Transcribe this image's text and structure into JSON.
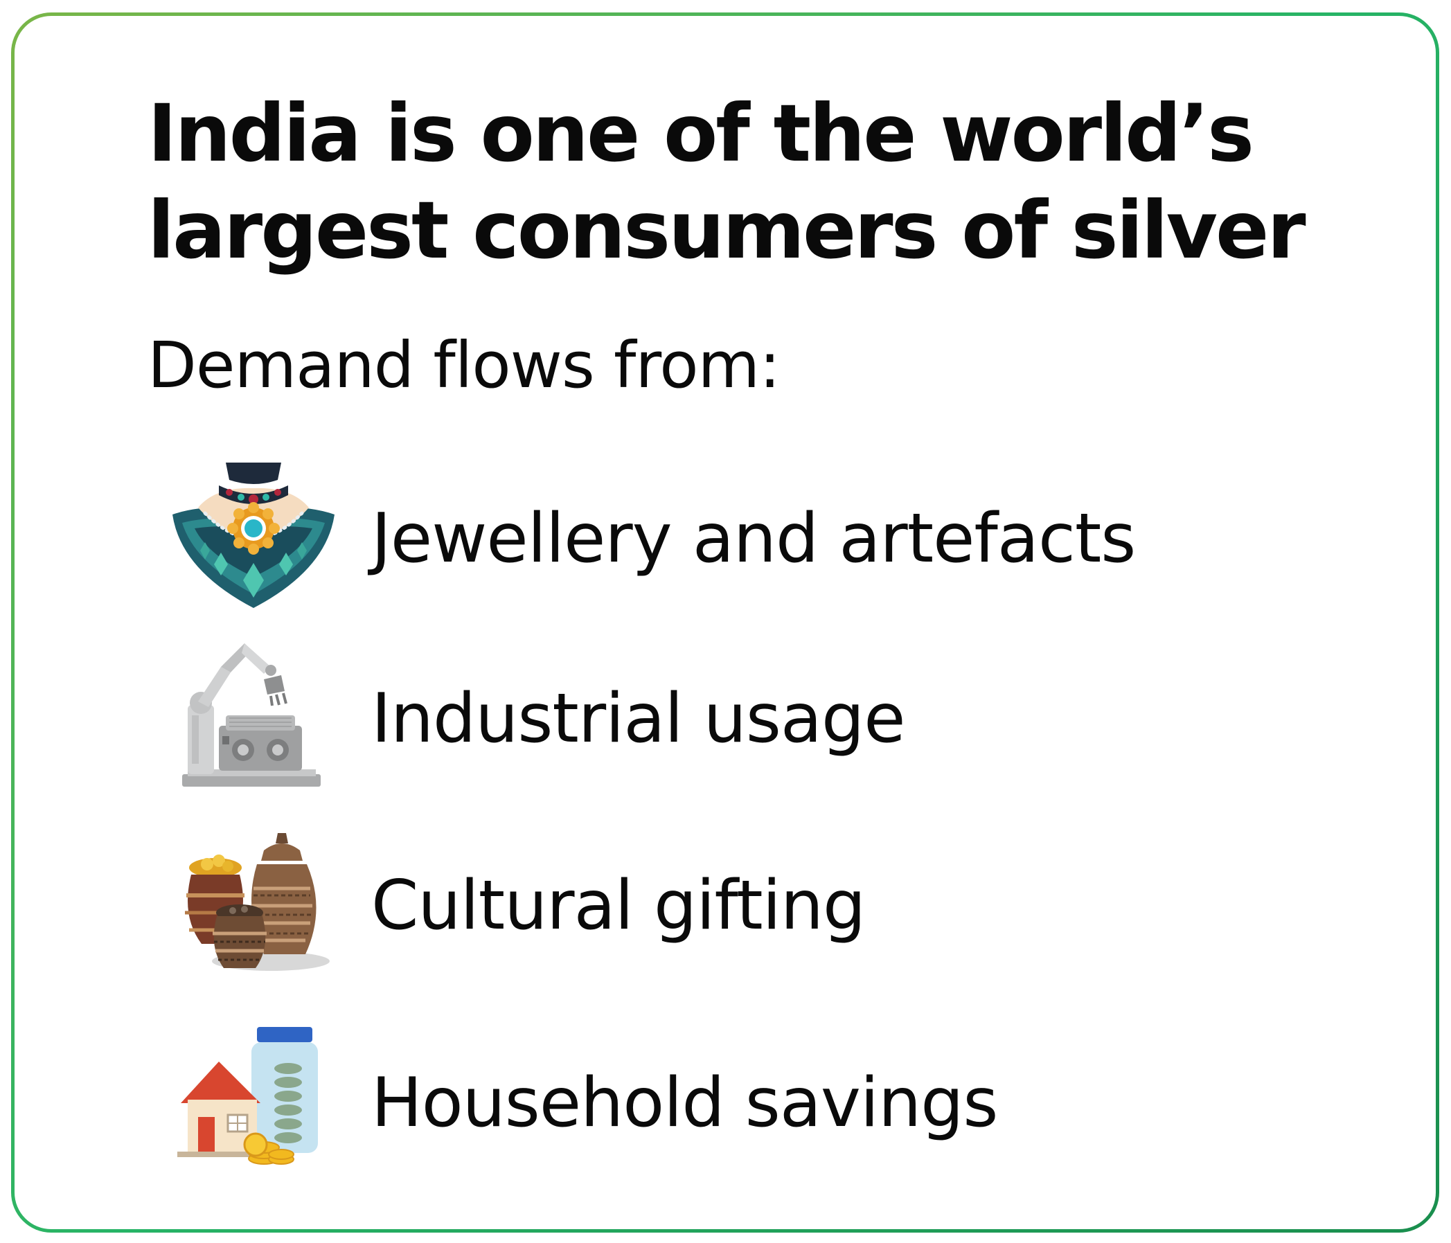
{
  "card": {
    "border_gradient_start": "#7ab648",
    "border_gradient_end": "#1db56d",
    "title_line1": "India is one of the world’s",
    "title_line2": "largest consumers of silver",
    "subtitle": "Demand flows from:"
  },
  "items": [
    {
      "label": "Jewellery and artefacts",
      "icon": "necklace-icon"
    },
    {
      "label": "Industrial usage",
      "icon": "robotic-arm-icon"
    },
    {
      "label": "Cultural gifting",
      "icon": "decorative-pots-icon"
    },
    {
      "label": "Household savings",
      "icon": "house-and-coin-jar-icon"
    }
  ]
}
